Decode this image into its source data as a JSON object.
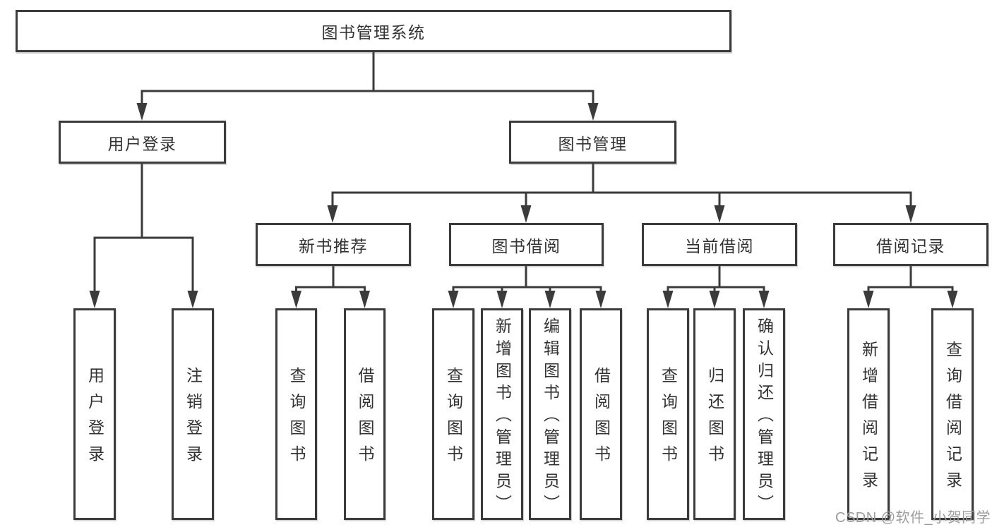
{
  "diagram_title": "图书管理系统",
  "tree": {
    "root": {
      "label": "图书管理系统"
    },
    "branches": [
      {
        "label": "用户登录",
        "children": [
          {
            "label": "用户登录"
          },
          {
            "label": "注销登录"
          }
        ]
      },
      {
        "label": "图书管理",
        "children": [
          {
            "label": "新书推荐",
            "children": [
              {
                "label": "查询图书"
              },
              {
                "label": "借阅图书"
              }
            ]
          },
          {
            "label": "图书借阅",
            "children": [
              {
                "label": "查询图书"
              },
              {
                "label": "新增图书（管理员）"
              },
              {
                "label": "编辑图书（管理员）"
              },
              {
                "label": "借阅图书"
              }
            ]
          },
          {
            "label": "当前借阅",
            "children": [
              {
                "label": "查询图书"
              },
              {
                "label": "归还图书"
              },
              {
                "label": "确认归还（管理员）"
              }
            ]
          },
          {
            "label": "借阅记录",
            "children": [
              {
                "label": "新增借阅记录"
              },
              {
                "label": "查询借阅记录"
              }
            ]
          }
        ]
      }
    ]
  },
  "watermark": {
    "text": "CSDN @软件_小贺同学"
  },
  "colors": {
    "line": "#3b3b3b",
    "box_border": "#3b3b3b",
    "text": "#333333",
    "watermark": "#9c9c9c",
    "background": "#ffffff"
  }
}
